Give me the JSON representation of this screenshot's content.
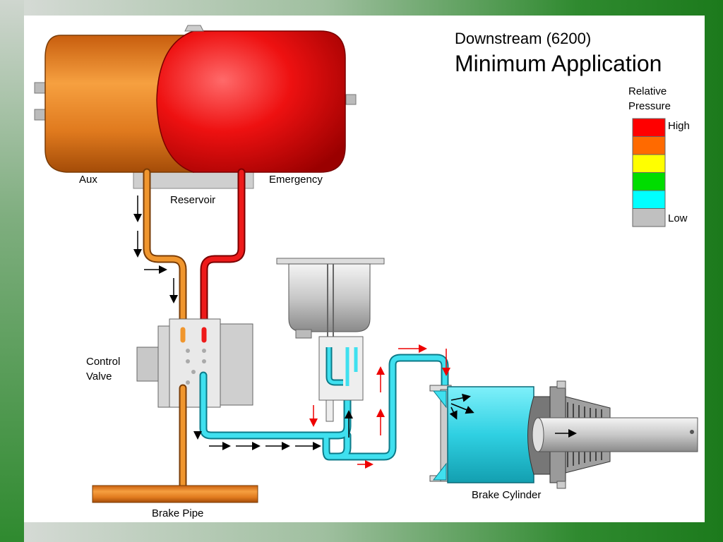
{
  "title": {
    "line1": "Downstream (6200)",
    "line2": "Minimum Application"
  },
  "legend": {
    "title_line1": "Relative",
    "title_line2": "Pressure",
    "high_label": "High",
    "low_label": "Low",
    "colors": [
      "#ff0000",
      "#ff6a00",
      "#ffff00",
      "#00dd00",
      "#00ffff",
      "#c0c0c0"
    ]
  },
  "labels": {
    "aux": "Aux",
    "reservoir": "Reservoir",
    "emergency": "Emergency",
    "control_valve_line1": "Control",
    "control_valve_line2": "Valve",
    "brake_pipe": "Brake Pipe",
    "brake_cylinder": "Brake Cylinder"
  },
  "colors": {
    "aux": "#e8831f",
    "emergency": "#ee1111",
    "brake_cylinder": "#33d6e6",
    "frame": "#1f7d1f"
  }
}
